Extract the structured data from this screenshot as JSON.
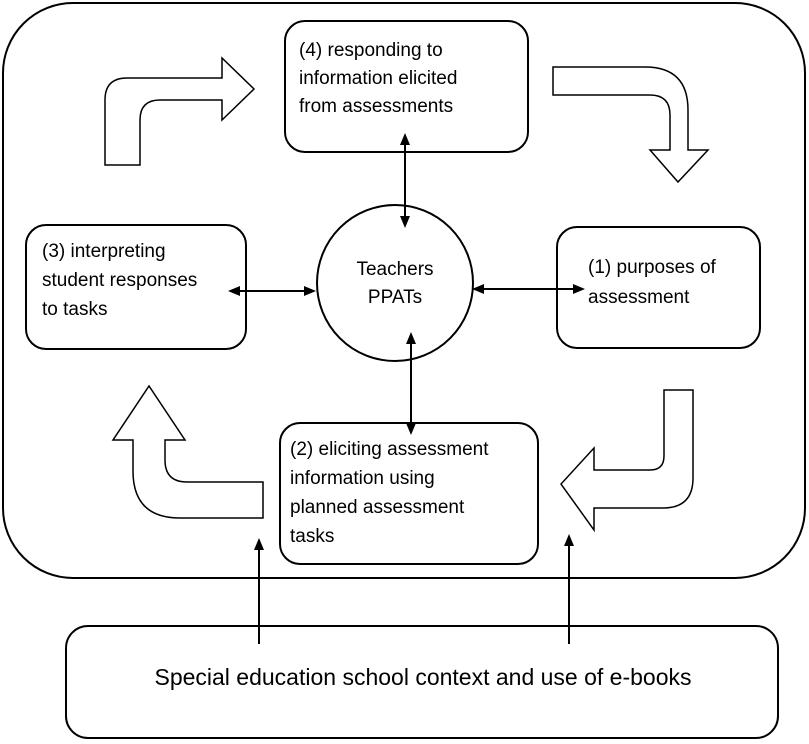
{
  "boxes": {
    "responding": {
      "lines": [
        "(4) responding to",
        "information elicited",
        "from assessments"
      ]
    },
    "interpreting": {
      "lines": [
        "(3) interpreting",
        "student responses",
        "to tasks"
      ]
    },
    "purposes": {
      "lines": [
        "(1) purposes of",
        "assessment"
      ]
    },
    "eliciting": {
      "lines": [
        "(2) eliciting assessment",
        "information using",
        "planned assessment",
        "tasks"
      ]
    }
  },
  "center": {
    "lines": [
      "Teachers",
      "PPATs"
    ]
  },
  "context": {
    "label": "Special education school context and use of e-books"
  }
}
